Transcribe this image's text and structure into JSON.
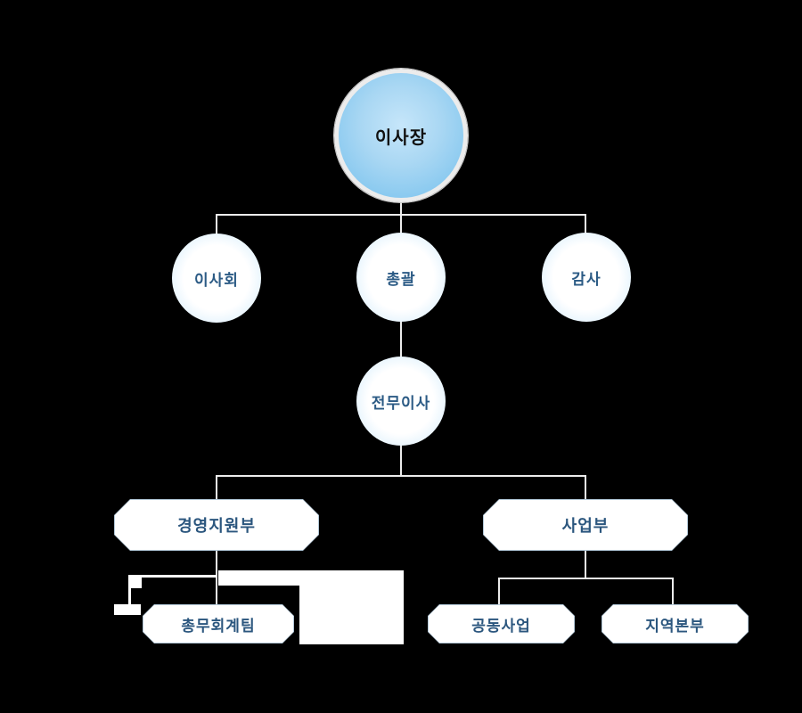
{
  "chart_type": "organization-chart",
  "background_color": "#000000",
  "colors": {
    "root_circle_gradient_center": "#c6e6fa",
    "root_circle_gradient_edge": "#6cbcec",
    "root_circle_ring": "#ececec",
    "sub_circle_edge": "#aed8f5",
    "box_border": "#b3c8d8",
    "box_fill": "#ffffff",
    "connector": "#ececec",
    "root_text": "#111111",
    "node_text": "#2b567e"
  },
  "nodes": {
    "chairman": {
      "label": "이사장",
      "level": 1
    },
    "board": {
      "label": "이사회",
      "level": 2
    },
    "general_management": {
      "label": "총괄",
      "level": 2
    },
    "auditor": {
      "label": "감사",
      "level": 2
    },
    "executive_director": {
      "label": "전무이사",
      "level": 3
    },
    "management_support_dept": {
      "label": "경영지원부",
      "level": 4
    },
    "business_dept": {
      "label": "사업부",
      "level": 4
    },
    "general_affairs_accounting_team": {
      "label": "총무회계팀",
      "level": 5
    },
    "joint_business": {
      "label": "공동사업",
      "level": 5
    },
    "regional_headquarters": {
      "label": "지역본부",
      "level": 5
    }
  },
  "edges": [
    {
      "from": "이사장",
      "to": "이사회"
    },
    {
      "from": "이사장",
      "to": "총괄"
    },
    {
      "from": "이사장",
      "to": "감사"
    },
    {
      "from": "총괄",
      "to": "전무이사"
    },
    {
      "from": "전무이사",
      "to": "경영지원부"
    },
    {
      "from": "전무이사",
      "to": "사업부"
    },
    {
      "from": "경영지원부",
      "to": "총무회계팀"
    },
    {
      "from": "사업부",
      "to": "공동사업"
    },
    {
      "from": "사업부",
      "to": "지역본부"
    }
  ]
}
